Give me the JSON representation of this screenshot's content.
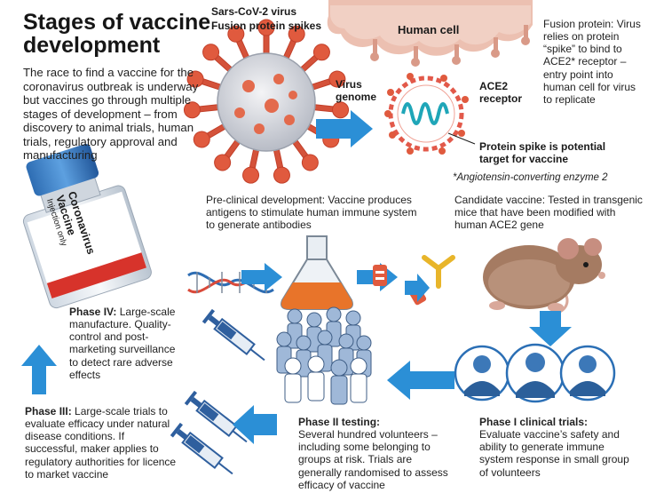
{
  "title": {
    "line1": "Stages of vaccine",
    "line2": "development"
  },
  "intro": "The race to find a vaccine for the coronavirus outbreak is underway but vaccines go through multiple stages of development – from discovery to animal trials, human trials, regulatory approval and manufacturing",
  "virus": {
    "name": "Sars-CoV-2 virus",
    "spikes": "Fusion protein spikes",
    "genome_line1": "Virus",
    "genome_line2": "genome"
  },
  "cell": {
    "name": "Human cell",
    "receptor_line1": "ACE2",
    "receptor_line2": "receptor"
  },
  "fusion_note": "Fusion protein: Virus relies on protein “spike” to bind to ACE2* receptor – entry point into human cell for virus to replicate",
  "target_note_line1": "Protein spike is potential",
  "target_note_line2": "target for vaccine",
  "footnote": "*Angiotensin-converting enzyme 2",
  "vial": {
    "line1": "Coronavirus",
    "line2": "Vaccine",
    "line3": "Injection only"
  },
  "preclinical": "Pre-clinical development: Vaccine produces antigens to stimulate human immune system to generate antibodies",
  "candidate": "Candidate vaccine: Tested in transgenic mice that have been modified with human ACE2 gene",
  "phase4": {
    "title": "Phase IV:",
    "text": "Large-scale manufacture. Quality-control and post-marketing surveillance to detect rare adverse effects"
  },
  "phase3": {
    "title": "Phase III:",
    "text": "Large-scale trials to evaluate efficacy under natural disease conditions. If successful, maker applies to regulatory authorities for licence to market vaccine"
  },
  "phase2": {
    "title": "Phase II testing:",
    "text": "Several hundred volunteers – including some belonging to groups at risk. Trials are generally randomised to assess efficacy of vaccine"
  },
  "phase1": {
    "title": "Phase I clinical trials:",
    "text": "Evaluate vaccine’s safety and ability to generate immune system response in small group of volunteers"
  },
  "colors": {
    "arrow": "#2b8fd6",
    "virus": "#e5553f",
    "spike": "#d9402c",
    "cell": "#e9b6a6",
    "syringe": "#2f5f9e",
    "people": "#9fb8d8",
    "mouse": "#a57b62",
    "flask_liquid": "#e8742a"
  }
}
